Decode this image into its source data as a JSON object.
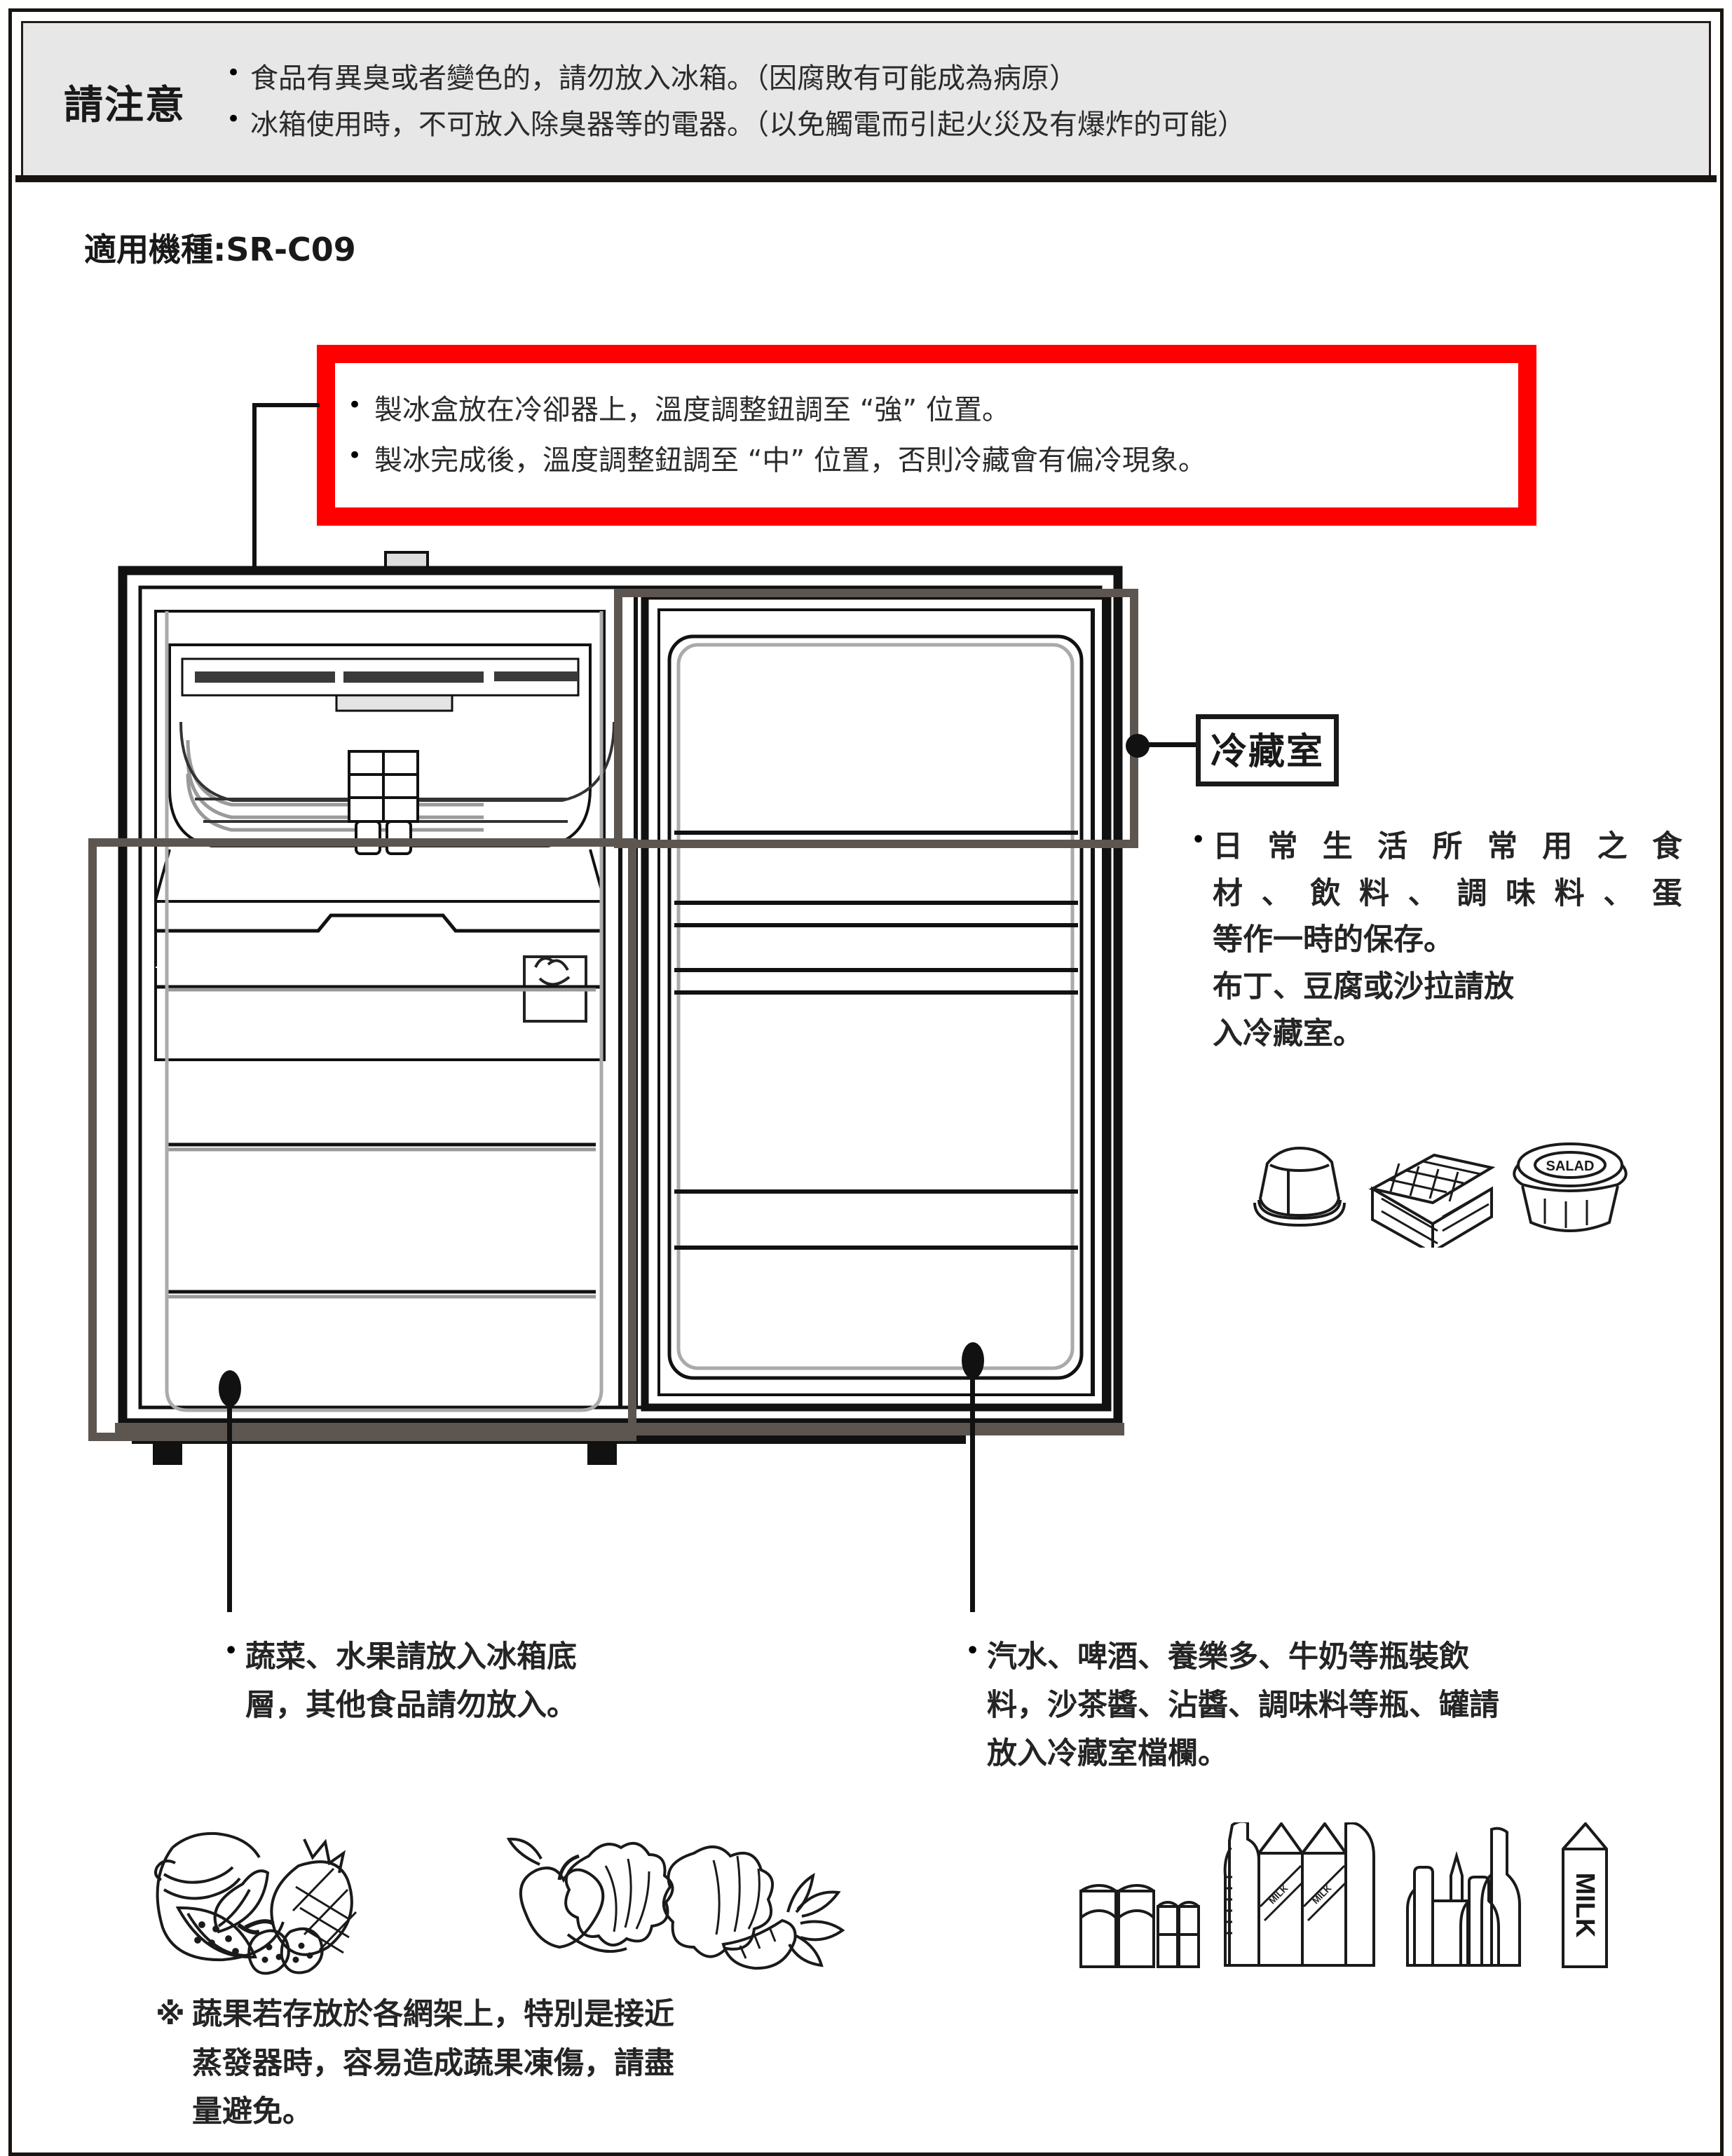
{
  "notice": {
    "title": "請注意",
    "items": [
      "食品有異臭或者變色的，請勿放入冰箱。（因腐敗有可能成為病原）",
      "冰箱使用時，不可放入除臭器等的電器。（以免觸電而引起火災及有爆炸的可能）"
    ],
    "bullet": "•",
    "bg_color": "#e7e7e7",
    "border_color": "#221b16"
  },
  "model": {
    "label": "適用機種:SR-C09"
  },
  "red_callout": {
    "border_color": "#ff0000",
    "bullet": "•",
    "items": [
      "製冰盒放在冷卻器上，溫度調整鈕調至 “強” 位置。",
      "製冰完成後，溫度調整鈕調至 “中” 位置，否則冷藏會有偏冷現象。"
    ]
  },
  "cold_room": {
    "label": "冷藏室",
    "bullet": "•",
    "lines": [
      "日常生活所常用之食",
      "材、飲料、調味料、蛋",
      "等作一時的保存。"
    ],
    "sub_lines": [
      "布丁、豆腐或沙拉請放",
      "入冷藏室。"
    ],
    "icons": [
      "pudding-icon",
      "tofu-icon",
      "salad-icon"
    ],
    "salad_label": "SALAD"
  },
  "bottom_left": {
    "bullet": "•",
    "lines": [
      "蔬菜、水果請放入冰箱底",
      "層，其他食品請勿放入。"
    ],
    "icons": [
      "fruit-basket-icon",
      "vegetables-icon",
      "cabbage-carrot-icon"
    ]
  },
  "bottom_right": {
    "bullet": "•",
    "lines": [
      "汽水、啤酒、養樂多、牛奶等瓶裝飲",
      "料，沙茶醬、沾醬、調味料等瓶、罐請",
      "放入冷藏室檔欄。"
    ],
    "icons": [
      "cans-icon",
      "milk-cartons-icon",
      "bottles-icon",
      "milk-box-icon"
    ],
    "milk_label": "MILK"
  },
  "note": {
    "marker": "※",
    "lines": [
      "蔬果若存放於各網架上，特別是接近",
      "蒸發器時，容易造成蔬果凍傷，請盡",
      "量避免。"
    ]
  },
  "colors": {
    "highlight_grey": "#5d5550",
    "red": "#ff0000",
    "ink": "#191919"
  }
}
